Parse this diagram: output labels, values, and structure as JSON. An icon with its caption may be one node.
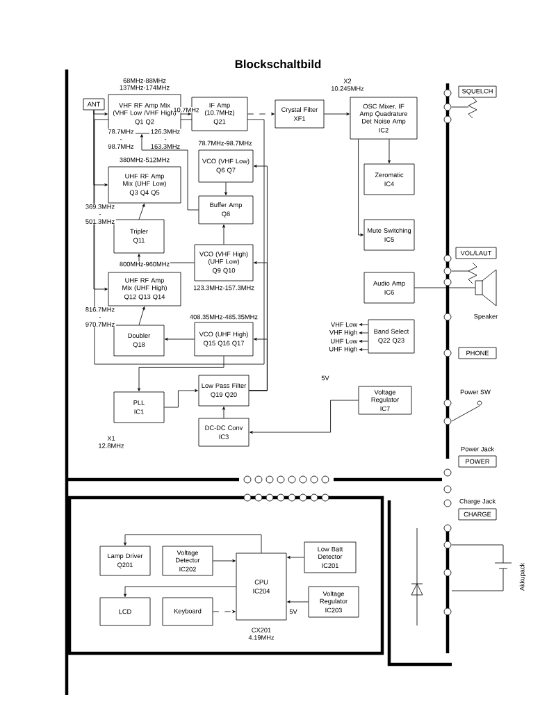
{
  "diagram": {
    "title": "Blockschaltbild",
    "nodes": [
      {
        "text": [
          "ANT"
        ]
      },
      {
        "text": [
          "VHF RF Amp Mix (VHF Low /VHF High)",
          "Q1 Q2"
        ]
      },
      {
        "text": [
          "IF Amp (10.7MHz)",
          "Q21"
        ]
      },
      {
        "text": [
          "Crystal Filter",
          "XF1"
        ]
      },
      {
        "text": [
          "OSC Mixer, IF Amp Quadrature Det Noise Amp",
          "IC2"
        ]
      },
      {
        "text": [
          "SQUELCH"
        ]
      },
      {
        "text": [
          "UHF RF Amp Mix (UHF Low)",
          "Q3 Q4 Q5"
        ]
      },
      {
        "text": [
          "VCO (VHF Low)",
          "Q6 Q7"
        ]
      },
      {
        "text": [
          "Buffer Amp",
          "Q8"
        ]
      },
      {
        "text": [
          "Tripler",
          "Q11"
        ]
      },
      {
        "text": [
          "VCO (VHF High) (UHF Low)",
          "Q9 Q10"
        ]
      },
      {
        "text": [
          "UHF RF Amp Mix (UHF High)",
          "Q12 Q13 Q14"
        ]
      },
      {
        "text": [
          "Doubler",
          "Q18"
        ]
      },
      {
        "text": [
          "VCO (UHF High)",
          "Q15 Q16 Q17"
        ]
      },
      {
        "text": [
          "Zeromatic",
          "IC4"
        ]
      },
      {
        "text": [
          "Mute Switching",
          "IC5"
        ]
      },
      {
        "text": [
          "VOL/LAUT"
        ]
      },
      {
        "text": [
          "Audio Amp",
          "IC6"
        ]
      },
      {
        "text": [
          "Band Select",
          "Q22 Q23"
        ]
      },
      {
        "text": [],
        "shape": "speaker",
        "beside": [
          "Speaker"
        ]
      },
      {
        "text": [
          "PHONE"
        ]
      },
      {
        "text": [
          "PLL",
          "IC1"
        ]
      },
      {
        "text": [
          "Low Pass Filter",
          "Q19 Q20"
        ]
      },
      {
        "text": [
          "DC-DC Conv",
          "IC3"
        ]
      },
      {
        "text": [
          "Voltage Regulator",
          "IC7"
        ]
      },
      {
        "text": [
          "Power Jack",
          "POWER"
        ]
      },
      {
        "text": [
          "Charge Jack",
          "CHARGE"
        ]
      },
      {
        "text": [
          "Lamp Driver",
          "Q201"
        ]
      },
      {
        "text": [
          "Voltage Detector",
          "IC202"
        ]
      },
      {
        "text": [
          "CPU",
          "IC204"
        ]
      },
      {
        "text": [
          "Low Batt Detector",
          "IC201"
        ]
      },
      {
        "text": [
          "LCD"
        ]
      },
      {
        "text": [
          "Keyboard"
        ]
      },
      {
        "text": [
          "Voltage Regulator",
          "IC203"
        ]
      },
      {
        "text": [
          "VHF Low"
        ]
      },
      {
        "text": [
          "VHF High"
        ]
      },
      {
        "text": [
          "UHF Low"
        ]
      },
      {
        "text": [
          "UHF High"
        ]
      }
    ],
    "edges": [
      {
        "from": 0,
        "to": 1,
        "arrow": "to"
      },
      {
        "from": 0,
        "to": 6,
        "arrow": "to"
      },
      {
        "from": 0,
        "to": 11,
        "arrow": "to"
      },
      {
        "from": 1,
        "to": 2,
        "arrow": "to",
        "label": "10.7MHz"
      },
      {
        "from": 2,
        "to": 3,
        "arrow": "to",
        "style": "dashed"
      },
      {
        "from": 3,
        "to": 4,
        "arrow": "to"
      },
      {
        "from": 4,
        "to": 14,
        "arrow": "to"
      },
      {
        "from": 4,
        "to": 15,
        "arrow": "to"
      },
      {
        "from": 17,
        "to": 19,
        "arrow": "none"
      },
      {
        "from": 7,
        "to": 8,
        "arrow": "to"
      },
      {
        "from": 10,
        "to": 8,
        "arrow": "to"
      },
      {
        "from": 8,
        "to": 1,
        "arrow": "to"
      },
      {
        "from": 10,
        "to": 9,
        "arrow": "to"
      },
      {
        "from": 9,
        "to": 6,
        "arrow": "to"
      },
      {
        "from": 13,
        "to": 12,
        "arrow": "to"
      },
      {
        "from": 12,
        "to": 11,
        "arrow": "to"
      },
      {
        "from": 21,
        "to": 22,
        "arrow": "to"
      },
      {
        "from": 22,
        "to": 7,
        "arrow": "to"
      },
      {
        "from": 22,
        "to": 10,
        "arrow": "to"
      },
      {
        "from": 22,
        "to": 13,
        "arrow": "to"
      },
      {
        "from": 13,
        "to": 21,
        "arrow": "to"
      },
      {
        "from": 24,
        "to": 23,
        "arrow": "to"
      },
      {
        "from": 23,
        "to": 22,
        "arrow": "to"
      },
      {
        "from": 28,
        "to": 29,
        "arrow": "to"
      },
      {
        "from": 30,
        "to": 29,
        "arrow": "to"
      },
      {
        "from": 33,
        "to": 29,
        "arrow": "to"
      },
      {
        "from": 29,
        "to": 31,
        "arrow": "to"
      },
      {
        "from": 32,
        "to": 29,
        "arrow": "to",
        "style": "dashed"
      },
      {
        "from": 29,
        "to": 27,
        "arrow": "to"
      },
      {
        "from": 18,
        "to": 34,
        "arrow": "to"
      },
      {
        "from": 18,
        "to": 35,
        "arrow": "to"
      },
      {
        "from": 18,
        "to": 36,
        "arrow": "to"
      },
      {
        "from": 18,
        "to": 37,
        "arrow": "to"
      }
    ],
    "labels": [
      "68MHz-88MHz",
      "137MHz-174MHz",
      "78.7MHz -98.7MHz",
      "126.3MHz -163.3MHz",
      "78.7MHz-98.7MHz",
      "380MHz-512MHz",
      "369.3MHz -501.3MHz",
      "123.3MHz-157.3MHz",
      "800MHz-960MHz",
      "816.7MHz -970.7MHz",
      "408.35MHz-485.35MHz",
      "X2 10.245MHz",
      "X1 12.8MHz",
      "5V",
      "Power SW",
      "5V",
      "CX201 4.19MHz",
      "Akkupack"
    ]
  }
}
